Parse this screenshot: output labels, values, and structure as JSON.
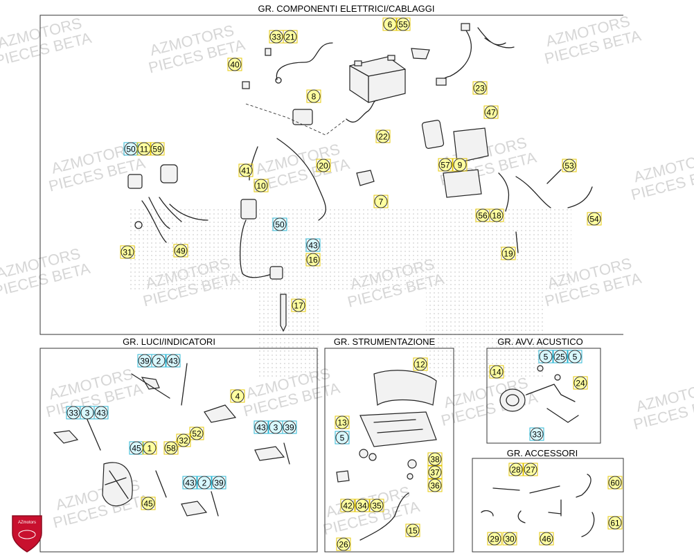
{
  "sections": {
    "electrical": {
      "title": "GR. COMPONENTI ELETTRICI/CABLAGGI"
    },
    "lights": {
      "title": "GR. LUCI/INDICATORI"
    },
    "instruments": {
      "title": "GR. STRUMENTAZIONE"
    },
    "horn": {
      "title": "GR. AVV. ACUSTICO"
    },
    "accessories": {
      "title": "GR. ACCESSORI"
    }
  },
  "watermark": {
    "line1": "AZMOTORS",
    "line2": "PIECES BETA"
  },
  "logo_text": "AZmotors",
  "colors": {
    "callout_yellow": "#ffffa0",
    "callout_cyan": "#d8f8ff",
    "yellow_stroke": "#e6c800",
    "cyan_stroke": "#2ab7d6",
    "logo_red": "#c8102e"
  },
  "callouts": [
    {
      "t": "33",
      "c": "y"
    },
    {
      "t": "21",
      "c": "y"
    },
    {
      "t": "6",
      "c": "y"
    },
    {
      "t": "55",
      "c": "y"
    },
    {
      "t": "40",
      "c": "y"
    },
    {
      "t": "23",
      "c": "y"
    },
    {
      "t": "8",
      "c": "y"
    },
    {
      "t": "47",
      "c": "y"
    },
    {
      "t": "22",
      "c": "y"
    },
    {
      "t": "50",
      "c": "c"
    },
    {
      "t": "11",
      "c": "y"
    },
    {
      "t": "59",
      "c": "y"
    },
    {
      "t": "20",
      "c": "y"
    },
    {
      "t": "57",
      "c": "y"
    },
    {
      "t": "9",
      "c": "y"
    },
    {
      "t": "53",
      "c": "y"
    },
    {
      "t": "41",
      "c": "y"
    },
    {
      "t": "10",
      "c": "y"
    },
    {
      "t": "7",
      "c": "y"
    },
    {
      "t": "50",
      "c": "c"
    },
    {
      "t": "56",
      "c": "y"
    },
    {
      "t": "18",
      "c": "y"
    },
    {
      "t": "54",
      "c": "y"
    },
    {
      "t": "31",
      "c": "y"
    },
    {
      "t": "49",
      "c": "y"
    },
    {
      "t": "43",
      "c": "c"
    },
    {
      "t": "16",
      "c": "y"
    },
    {
      "t": "19",
      "c": "y"
    },
    {
      "t": "17",
      "c": "y"
    },
    {
      "t": "39",
      "c": "c"
    },
    {
      "t": "2",
      "c": "c"
    },
    {
      "t": "43",
      "c": "c"
    },
    {
      "t": "4",
      "c": "y"
    },
    {
      "t": "33",
      "c": "c"
    },
    {
      "t": "3",
      "c": "c"
    },
    {
      "t": "43",
      "c": "c"
    },
    {
      "t": "52",
      "c": "y"
    },
    {
      "t": "32",
      "c": "y"
    },
    {
      "t": "43",
      "c": "c"
    },
    {
      "t": "3",
      "c": "c"
    },
    {
      "t": "39",
      "c": "c"
    },
    {
      "t": "45",
      "c": "c"
    },
    {
      "t": "1",
      "c": "y"
    },
    {
      "t": "58",
      "c": "y"
    },
    {
      "t": "43",
      "c": "c"
    },
    {
      "t": "2",
      "c": "c"
    },
    {
      "t": "39",
      "c": "c"
    },
    {
      "t": "45",
      "c": "y"
    },
    {
      "t": "12",
      "c": "y"
    },
    {
      "t": "13",
      "c": "y"
    },
    {
      "t": "5",
      "c": "c"
    },
    {
      "t": "38",
      "c": "y"
    },
    {
      "t": "37",
      "c": "y"
    },
    {
      "t": "36",
      "c": "y"
    },
    {
      "t": "42",
      "c": "y"
    },
    {
      "t": "34",
      "c": "y"
    },
    {
      "t": "35",
      "c": "y"
    },
    {
      "t": "15",
      "c": "y"
    },
    {
      "t": "26",
      "c": "y"
    },
    {
      "t": "5",
      "c": "c"
    },
    {
      "t": "25",
      "c": "c"
    },
    {
      "t": "5",
      "c": "c"
    },
    {
      "t": "14",
      "c": "y"
    },
    {
      "t": "24",
      "c": "y"
    },
    {
      "t": "33",
      "c": "c"
    },
    {
      "t": "28",
      "c": "y"
    },
    {
      "t": "27",
      "c": "y"
    },
    {
      "t": "60",
      "c": "y"
    },
    {
      "t": "61",
      "c": "y"
    },
    {
      "t": "29",
      "c": "y"
    },
    {
      "t": "30",
      "c": "y"
    },
    {
      "t": "46",
      "c": "y"
    }
  ]
}
